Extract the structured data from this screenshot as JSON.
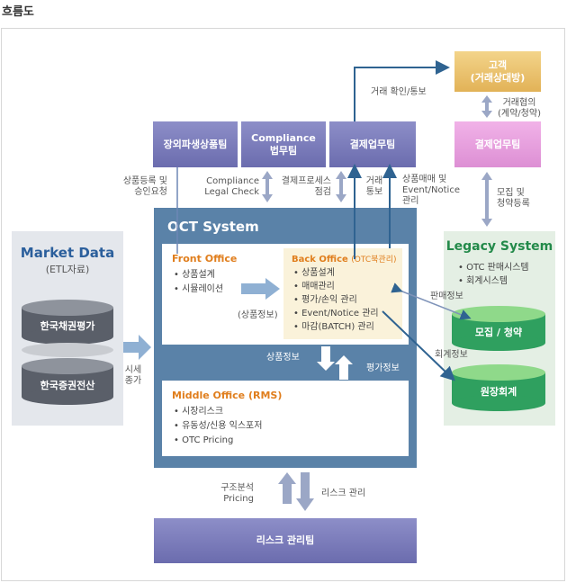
{
  "page_title": "흐름도",
  "market": {
    "title": "Market Data",
    "subtitle": "(ETL자료)",
    "db1": "한국채권평가",
    "db2": "한국증권전산",
    "arrow_label": "시세\n종가"
  },
  "teams": {
    "derivatives": "장외파생상품팀",
    "compliance": "Compliance\n법무팀",
    "settlement": "결제업무팀",
    "customer": "고객\n(거래상대방)",
    "settlement2": "결제업무팀",
    "risk": "리스크 관리팀"
  },
  "labels": {
    "product_reg": "상품등록 및\n승인요청",
    "compliance_check": "Compliance\nLegal Check",
    "settle_check": "결제프로세스\n점검",
    "trade_notice": "거래\n통보",
    "trade_mgmt": "상품매매 및\nEvent/Notice\n관리",
    "trade_confirm": "거래 확인/통보",
    "trade_agreement": "거래협의\n(계약/청약)",
    "recruit": "모집 및\n청약등록",
    "sales_info": "판매정보",
    "accounting_info": "회계정보",
    "product_info_front": "(상품정보)",
    "product_info": "상품정보",
    "valuation_info": "평가정보",
    "structure": "구조분석\nPricing",
    "risk_mgmt": "리스크 관리"
  },
  "oct": {
    "title": "OCT System",
    "front": {
      "title": "Front Office",
      "items": [
        "상품설계",
        "시뮬레이션"
      ]
    },
    "back": {
      "title": "Back Office",
      "title_suffix": "(OTC북관리)",
      "items": [
        "상품설계",
        "매매관리",
        "평가/손익 관리",
        "Event/Notice 관리",
        "마감(BATCH) 관리"
      ]
    },
    "middle": {
      "title": "Middle Office (RMS)",
      "items": [
        "시장리스크",
        "유동성/신용 익스포저",
        "OTC Pricing"
      ]
    }
  },
  "legacy": {
    "title": "Legacy System",
    "items": [
      "OTC 판매시스템",
      "회계시스템"
    ],
    "db1": "모집 / 청약",
    "db2": "원장회계"
  },
  "colors": {
    "oct_blue": "#5a82a8",
    "purple": "#7a7bbb",
    "orange": "#e9c06d",
    "pink": "#e59fdc",
    "green": "#2fa05f",
    "market_text": "#2b5f9c",
    "legacy_text": "#238a4a"
  }
}
